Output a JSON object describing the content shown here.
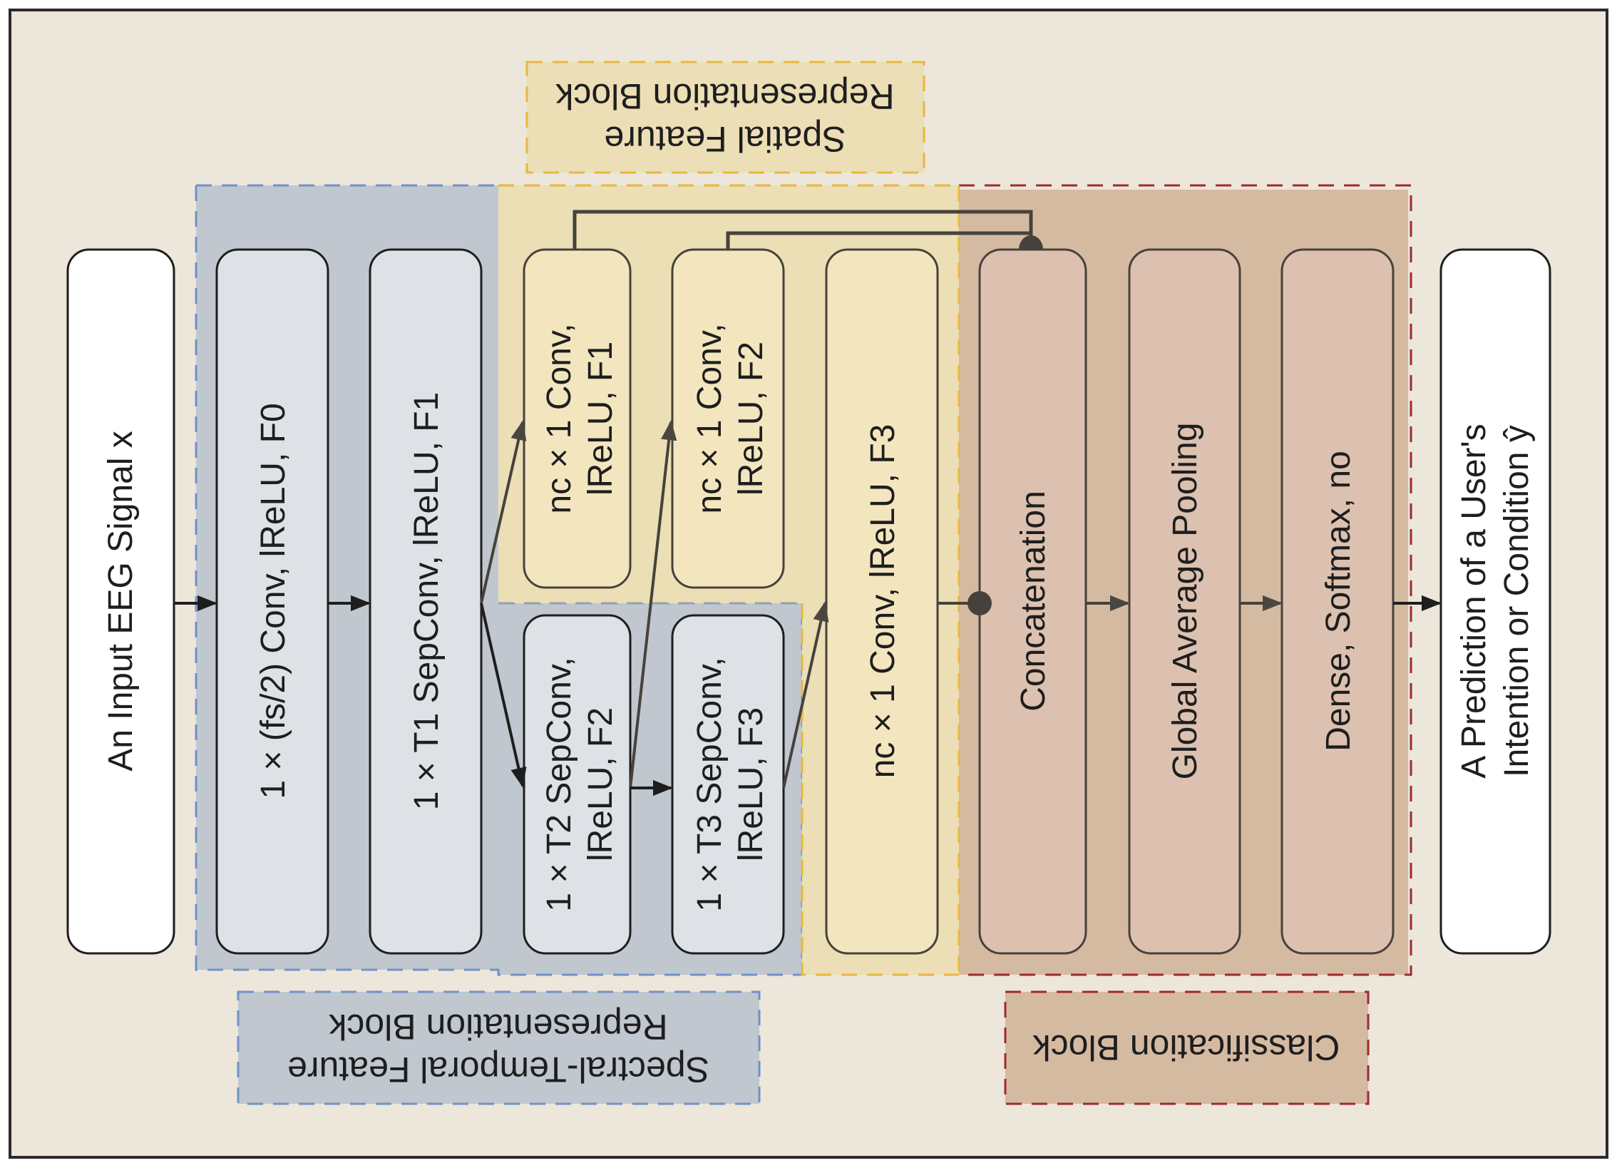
{
  "figure": {
    "type": "neural-network-architecture",
    "colors": {
      "background": "#ede6da",
      "spectral_temporal_fill": "#c0c7cf",
      "spectral_temporal_border": "#6f93c6",
      "spatial_fill": "#ecdeb5",
      "spatial_border": "#e6b83e",
      "classification_fill": "#d5baa2",
      "classification_border": "#9e2a2f",
      "io_box_fill": "#ffffff",
      "st_box_fill": "#dee2e6",
      "spatial_box_fill": "#f3e6bf",
      "class_box_fill": "#dcc1b0"
    }
  },
  "input": {
    "lines": [
      "An Input EEG Signal x"
    ]
  },
  "output": {
    "lines": [
      "A Prediction of a User's",
      "Intention or Condition ŷ"
    ]
  },
  "layers": {
    "temporal_conv": {
      "lines": [
        "1 × (fs/2) Conv, lReLU, F0"
      ]
    },
    "sepconv_t1": {
      "lines": [
        "1 × T1 SepConv, lReLU, F1"
      ]
    },
    "spatial_conv_f1": {
      "lines": [
        "nc × 1 Conv,",
        "lReLU, F1"
      ]
    },
    "spatial_conv_f2": {
      "lines": [
        "nc × 1 Conv,",
        "lReLU, F2"
      ]
    },
    "sepconv_t2": {
      "lines": [
        "1 × T2 SepConv,",
        "lReLU, F2"
      ]
    },
    "sepconv_t3": {
      "lines": [
        "1 × T3 SepConv,",
        "lReLU, F3"
      ]
    },
    "spatial_conv_f3": {
      "lines": [
        "nc × 1 Conv, lReLU, F3"
      ]
    },
    "concatenation": {
      "lines": [
        "Concatenation"
      ]
    },
    "gap": {
      "lines": [
        "Global Average Pooling"
      ]
    },
    "dense": {
      "lines": [
        "Dense, Softmax, no"
      ]
    }
  },
  "blocks": {
    "spectral_temporal": {
      "lines": [
        "Spectral-Temporal Feature",
        "Representation Block"
      ]
    },
    "spatial": {
      "lines": [
        "Spatial Feature",
        "Representation Block"
      ]
    },
    "classification": {
      "lines": [
        "Classification Block"
      ]
    }
  }
}
